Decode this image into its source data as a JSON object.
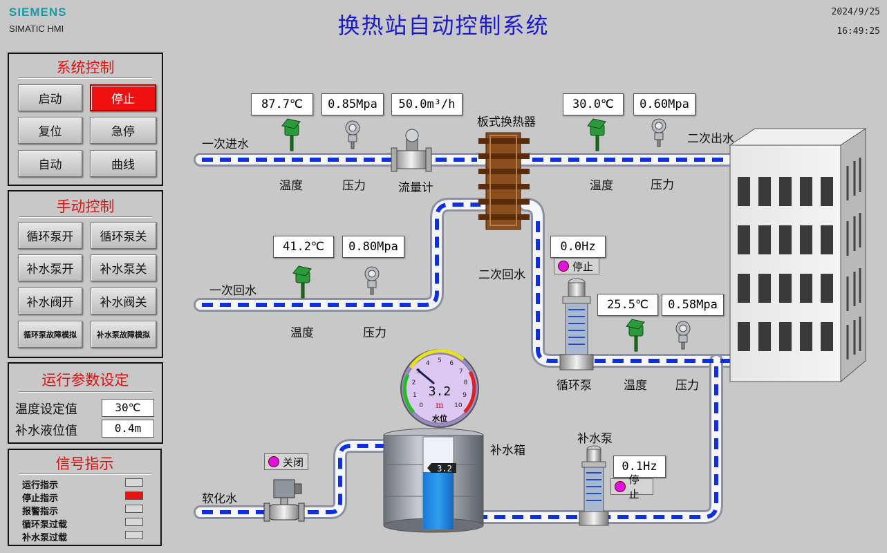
{
  "header": {
    "brand": "SIEMENS",
    "brand_sub": "SIMATIC HMI",
    "title": "换热站自动控制系统",
    "date": "2024/9/25",
    "time": "16:49:25"
  },
  "system_control": {
    "title": "系统控制",
    "start": "启动",
    "stop": "停止",
    "reset": "复位",
    "estop": "急停",
    "auto": "自动",
    "curve": "曲线"
  },
  "manual_control": {
    "title": "手动控制",
    "circ_pump_on": "循环泵开",
    "circ_pump_off": "循环泵关",
    "makeup_pump_on": "补水泵开",
    "makeup_pump_off": "补水泵关",
    "makeup_valve_on": "补水阀开",
    "makeup_valve_off": "补水阀关",
    "circ_fault_sim": "循环泵故障模拟",
    "makeup_fault_sim": "补水泵故障模拟"
  },
  "params": {
    "title": "运行参数设定",
    "temp_label": "温度设定值",
    "temp_value": "30℃",
    "level_label": "补水液位值",
    "level_value": "0.4m"
  },
  "signals": {
    "title": "信号指示",
    "items": [
      {
        "label": "运行指示",
        "on": false
      },
      {
        "label": "停止指示",
        "on": true
      },
      {
        "label": "报警指示",
        "on": false
      },
      {
        "label": "循环泵过载",
        "on": false
      },
      {
        "label": "补水泵过载",
        "on": false
      }
    ]
  },
  "process": {
    "primary_in": "一次进水",
    "primary_in_temp": "87.7℃",
    "primary_in_pressure": "0.85Mpa",
    "flow": "50.0m³/h",
    "temp_label": "温度",
    "pressure_label": "压力",
    "flowmeter_label": "流量计",
    "heat_exchanger": "板式换热器",
    "secondary_out": "二次出水",
    "secondary_out_temp": "30.0℃",
    "secondary_out_pressure": "0.60Mpa",
    "primary_return": "一次回水",
    "primary_return_temp": "41.2℃",
    "primary_return_pressure": "0.80Mpa",
    "secondary_return": "二次回水",
    "circ_pump_freq": "0.0Hz",
    "circ_pump_status": "停止",
    "circ_pump_label": "循环泵",
    "secondary_return_temp": "25.5℃",
    "secondary_return_pressure": "0.58Mpa",
    "level_gauge_value": "3.2",
    "level_gauge_unit": "m",
    "level_gauge_label": "水位",
    "gauge_ticks": [
      "0",
      "1",
      "2",
      "3",
      "4",
      "5",
      "6",
      "7",
      "8",
      "9",
      "10"
    ],
    "tank_label": "补水箱",
    "tank_level_value": "3.2",
    "tank_level_fraction": 0.62,
    "makeup_pump_label": "补水泵",
    "makeup_pump_freq": "0.1Hz",
    "makeup_pump_status": "停止",
    "soft_water": "软化水",
    "valve_status": "关闭"
  },
  "colors": {
    "title_blue": "#1a1acc",
    "alarm_red": "#f01010",
    "flow_dash": "#1030e0",
    "status_magenta": "#e010e0"
  }
}
